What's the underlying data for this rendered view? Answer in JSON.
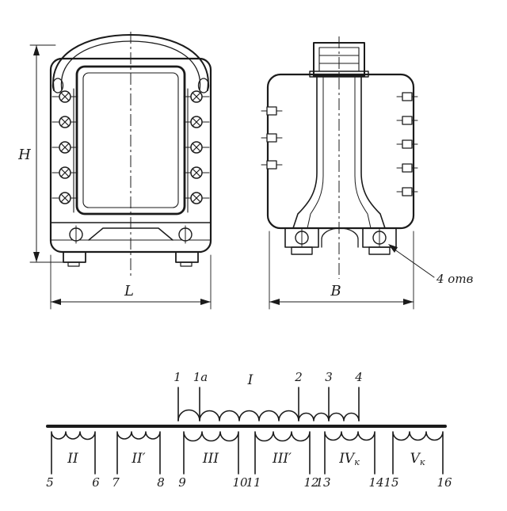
{
  "colors": {
    "ink": "#1b1b1b",
    "background": "#ffffff"
  },
  "drawing": {
    "front_view": {
      "dim_height": "H",
      "dim_width": "L"
    },
    "side_view": {
      "dim_width": "B",
      "holes_note": "4 отв"
    },
    "schematic": {
      "primary": {
        "label": "I",
        "terminals": [
          "1",
          "1а",
          "2",
          "3",
          "4"
        ]
      },
      "windings": [
        {
          "label": "II",
          "sub": "",
          "t_left": "5",
          "t_right": "6"
        },
        {
          "label": "II′",
          "sub": "",
          "t_left": "7",
          "t_right": "8"
        },
        {
          "label": "III",
          "sub": "",
          "t_left": "9",
          "t_right": "10"
        },
        {
          "label": "III′",
          "sub": "",
          "t_left": "11",
          "t_right": "12"
        },
        {
          "label": "IV",
          "sub": "к",
          "t_left": "13",
          "t_right": "14"
        },
        {
          "label": "V",
          "sub": "к",
          "t_left": "15",
          "t_right": "16"
        }
      ]
    }
  }
}
